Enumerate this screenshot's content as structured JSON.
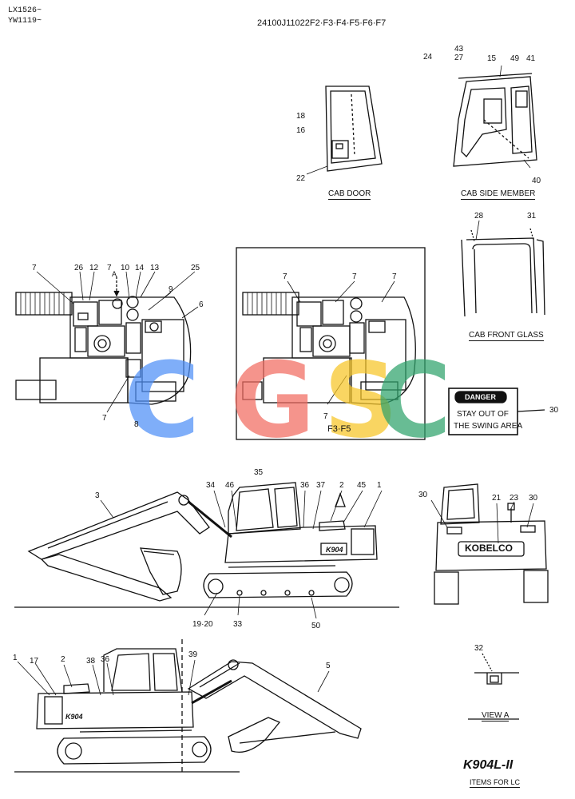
{
  "header": {
    "serial_line1": "LX1526~",
    "serial_line2": "YW1119~",
    "part_number": "24100J11022F2·F3·F4·F5·F6·F7"
  },
  "views": {
    "cab_door": "CAB DOOR",
    "cab_side_member": "CAB SIDE MEMBER",
    "cab_front_glass": "CAB FRONT GLASS",
    "variant_box": "F3·F5",
    "view_a": "VIEW A",
    "view_a_marker": "A"
  },
  "decal": {
    "line1": "DANGER",
    "line2": "STAY OUT OF",
    "line3": "THE SWING AREA"
  },
  "rear_decal": "KOBELCO",
  "side_decal": "K904",
  "footer": {
    "model": "K904L-II",
    "items": "ITEMS FOR LC"
  },
  "watermark": {
    "letters": [
      "C",
      "G",
      "S",
      "C"
    ],
    "colors": [
      "#4f8ff7",
      "#f26b61",
      "#f7c526",
      "#2fa36b"
    ]
  },
  "callouts": {
    "n24": "24",
    "n43": "43",
    "n27": "27",
    "n15": "15",
    "n49": "49",
    "n41": "41",
    "n18": "18",
    "n16": "16",
    "n22": "22",
    "n40": "40",
    "n28": "28",
    "n31": "31",
    "t7a": "7",
    "t26": "26",
    "t12": "12",
    "t7b": "7",
    "t10": "10",
    "t14": "14",
    "t13": "13",
    "t25": "25",
    "t9": "9",
    "t6": "6",
    "t7c": "7",
    "t8": "8",
    "b7a": "7",
    "b7b": "7",
    "b7c": "7",
    "b7d": "7",
    "n30a": "30",
    "s3": "3",
    "s34": "34",
    "s46": "46",
    "s35": "35",
    "s36": "36",
    "s37": "37",
    "s2": "2",
    "s45": "45",
    "s1": "1",
    "s19_20": "19·20",
    "s33": "33",
    "s50": "50",
    "r30a": "30",
    "r21": "21",
    "r23": "23",
    "r30b": "30",
    "l1": "1",
    "l17": "17",
    "l2": "2",
    "l38": "38",
    "l36": "36",
    "l39": "39",
    "l5": "5",
    "v32": "32"
  }
}
